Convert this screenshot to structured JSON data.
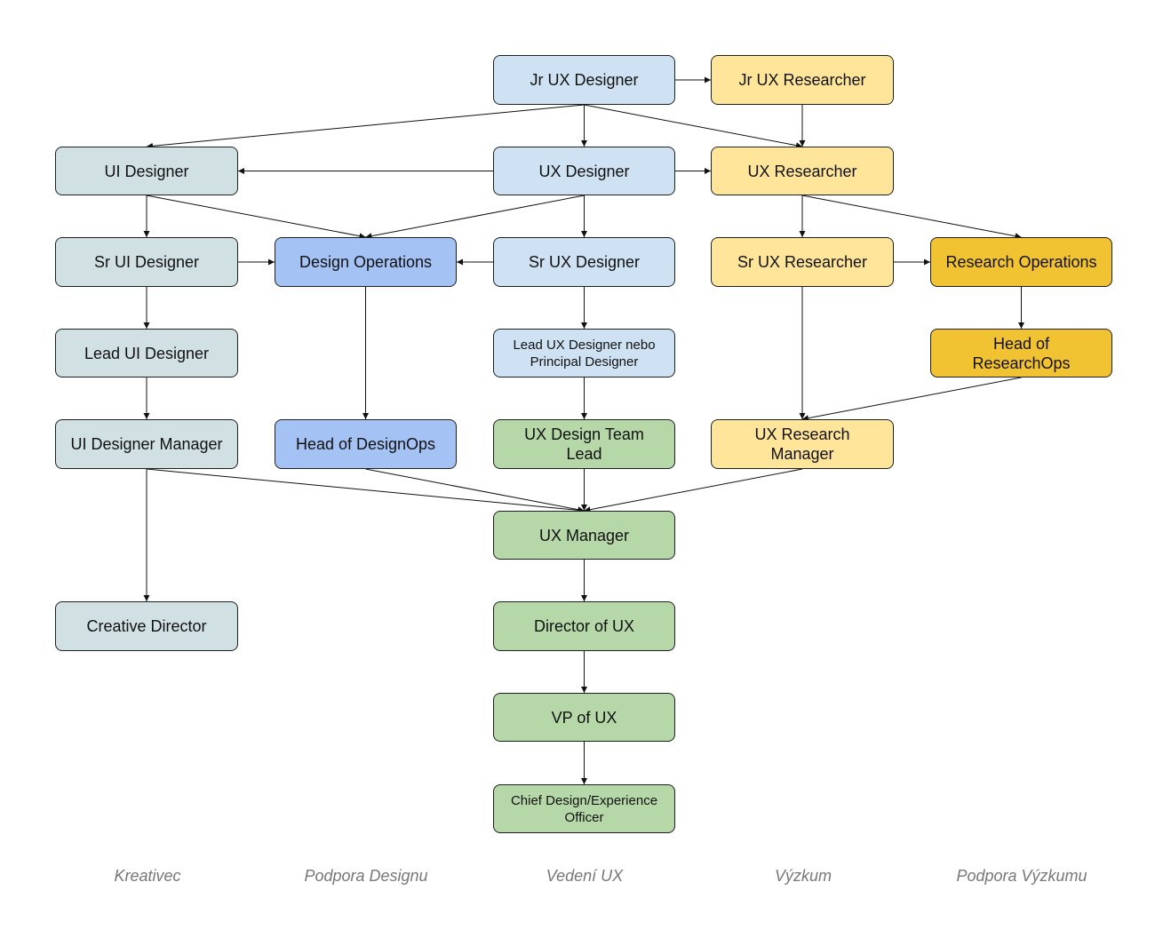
{
  "nodes": {
    "jr_ux_designer": "Jr UX Designer",
    "jr_ux_researcher": "Jr UX Researcher",
    "ui_designer": "UI Designer",
    "ux_designer": "UX Designer",
    "ux_researcher": "UX Researcher",
    "sr_ui_designer": "Sr UI Designer",
    "design_operations": "Design Operations",
    "sr_ux_designer": "Sr UX Designer",
    "sr_ux_researcher": "Sr UX Researcher",
    "research_operations": "Research Operations",
    "lead_ui_designer": "Lead UI Designer",
    "lead_ux_designer": "Lead UX Designer nebo Principal Designer",
    "head_of_researchops": "Head of ResearchOps",
    "ui_designer_manager": "UI Designer Manager",
    "head_of_designops": "Head of DesignOps",
    "ux_design_team_lead": "UX Design Team Lead",
    "ux_research_manager": "UX Research Manager",
    "ux_manager": "UX Manager",
    "creative_director": "Creative Director",
    "director_of_ux": "Director of UX",
    "vp_of_ux": "VP of UX",
    "chief_design_officer": "Chief Design/Experience Officer"
  },
  "columns": {
    "kreativec": "Kreativec",
    "podpora_designu": "Podpora Designu",
    "vedeni_ux": "Vedení UX",
    "vyzkum": "Výzkum",
    "podpora_vyzkumu": "Podpora Výzkumu"
  },
  "colors": {
    "ui_track": "#d0e0e3",
    "ux_track": "#cfe2f3",
    "design_ops": "#a4c2f4",
    "research": "#ffe599",
    "research_ops": "#f1c232",
    "leadership": "#b6d7a8",
    "edge": "#111111"
  },
  "edges": [
    [
      "jr_ux_designer",
      "jr_ux_researcher"
    ],
    [
      "jr_ux_designer",
      "ui_designer"
    ],
    [
      "jr_ux_designer",
      "ux_designer"
    ],
    [
      "jr_ux_designer",
      "ux_researcher"
    ],
    [
      "jr_ux_researcher",
      "ux_researcher"
    ],
    [
      "ux_designer",
      "ui_designer"
    ],
    [
      "ux_designer",
      "ux_researcher"
    ],
    [
      "ux_designer",
      "sr_ux_designer"
    ],
    [
      "ux_designer",
      "design_operations"
    ],
    [
      "ui_designer",
      "sr_ui_designer"
    ],
    [
      "ui_designer",
      "design_operations"
    ],
    [
      "ux_researcher",
      "sr_ux_researcher"
    ],
    [
      "ux_researcher",
      "research_operations"
    ],
    [
      "sr_ui_designer",
      "design_operations"
    ],
    [
      "sr_ux_designer",
      "design_operations"
    ],
    [
      "sr_ux_researcher",
      "research_operations"
    ],
    [
      "sr_ui_designer",
      "lead_ui_designer"
    ],
    [
      "sr_ux_designer",
      "lead_ux_designer"
    ],
    [
      "research_operations",
      "head_of_researchops"
    ],
    [
      "design_operations",
      "head_of_designops"
    ],
    [
      "lead_ui_designer",
      "ui_designer_manager"
    ],
    [
      "lead_ux_designer",
      "ux_design_team_lead"
    ],
    [
      "sr_ux_researcher",
      "ux_research_manager"
    ],
    [
      "head_of_researchops",
      "ux_research_manager"
    ],
    [
      "ui_designer_manager",
      "ux_manager"
    ],
    [
      "head_of_designops",
      "ux_manager"
    ],
    [
      "ux_design_team_lead",
      "ux_manager"
    ],
    [
      "ux_research_manager",
      "ux_manager"
    ],
    [
      "ui_designer_manager",
      "creative_director"
    ],
    [
      "ux_manager",
      "director_of_ux"
    ],
    [
      "director_of_ux",
      "vp_of_ux"
    ],
    [
      "vp_of_ux",
      "chief_design_officer"
    ]
  ]
}
